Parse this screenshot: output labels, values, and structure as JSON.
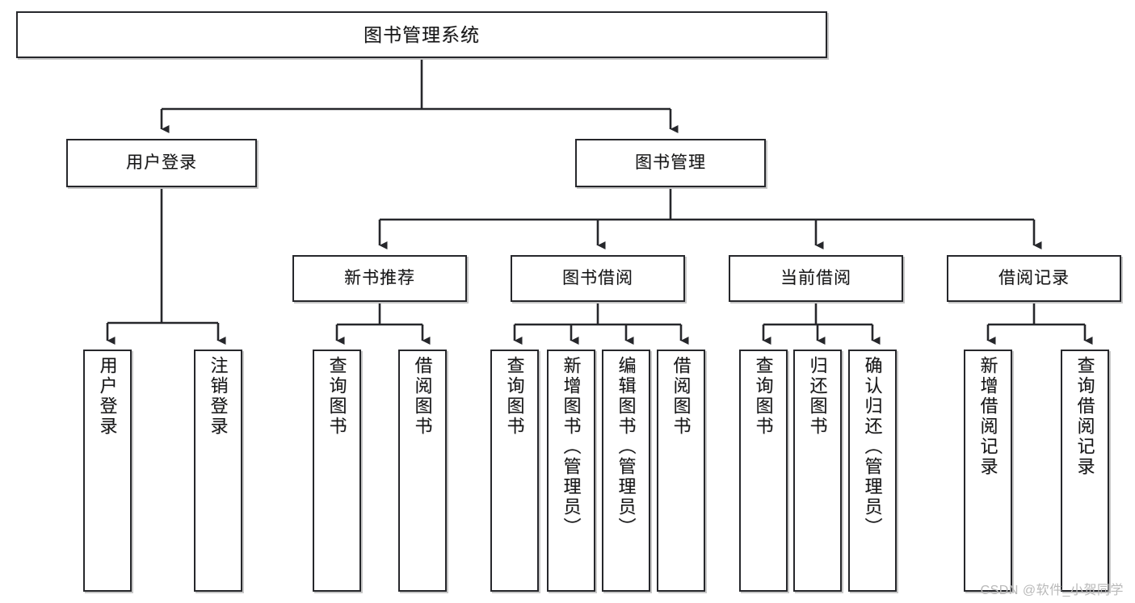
{
  "diagram": {
    "title": "图书管理系统",
    "type": "tree-hierarchy",
    "watermark": "CSDN @软件_小贺同学",
    "colors": {
      "box_border": "#26272b",
      "box_fill": "#ffffff",
      "line": "#26272b",
      "text": "#161616",
      "watermark": "#b9b9b9"
    },
    "levels": {
      "root": "图书管理系统",
      "level2": [
        "用户登录",
        "图书管理"
      ],
      "level3": [
        "新书推荐",
        "图书借阅",
        "当前借阅",
        "借阅记录"
      ]
    }
  },
  "nodes": {
    "root": {
      "label": "图书管理系统"
    },
    "user_login": {
      "label": "用户登录"
    },
    "book_manage": {
      "label": "图书管理"
    },
    "new_book_rec": {
      "label": "新书推荐"
    },
    "book_borrow": {
      "label": "图书借阅"
    },
    "current_borrow": {
      "label": "当前借阅"
    },
    "borrow_record": {
      "label": "借阅记录"
    },
    "leaf_user_login": {
      "label": "用户登录"
    },
    "leaf_user_logout": {
      "label": "注销登录"
    },
    "leaf_rec_query": {
      "label": "查询图书"
    },
    "leaf_rec_borrow": {
      "label": "借阅图书"
    },
    "leaf_borrow_query": {
      "label": "查询图书"
    },
    "leaf_borrow_add": {
      "label": "新增图书（管理员）"
    },
    "leaf_borrow_edit": {
      "label": "编辑图书（管理员）"
    },
    "leaf_borrow_do": {
      "label": "借阅图书"
    },
    "leaf_cur_query": {
      "label": "查询图书"
    },
    "leaf_cur_return": {
      "label": "归还图书"
    },
    "leaf_cur_confirm": {
      "label": "确认归还（管理员）"
    },
    "leaf_rec_add": {
      "label": "新增借阅记录"
    },
    "leaf_rec_search": {
      "label": "查询借阅记录"
    }
  }
}
